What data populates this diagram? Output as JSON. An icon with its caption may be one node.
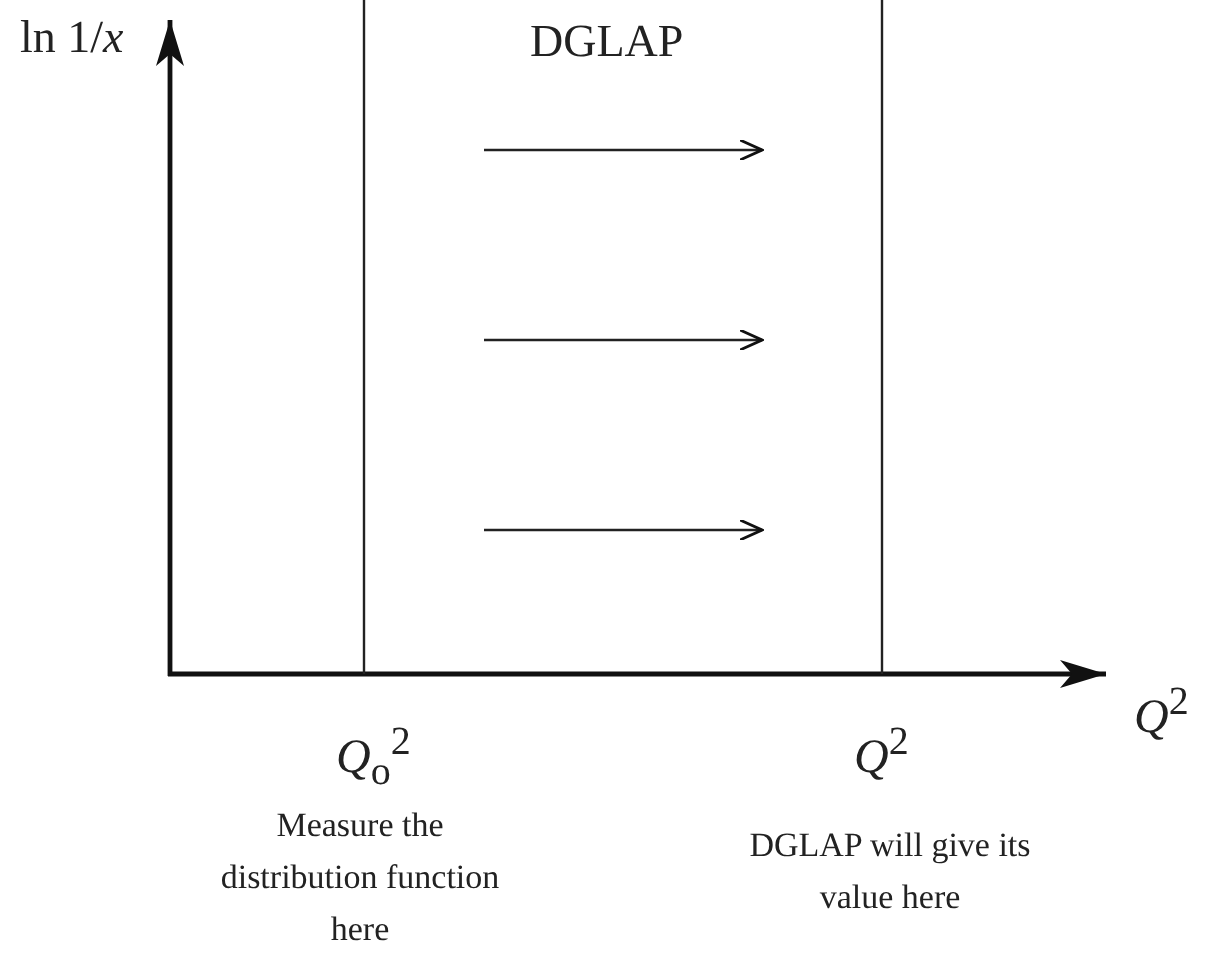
{
  "diagram": {
    "labels": [
      "ln 1/*x*",
      "DGLAP",
      "*Q*$^{2}$",
      "*Q*$_{o}$$^{2}$",
      "*Q*$^{2}$",
      "Measure the distribution function here",
      "DGLAP will give its value here"
    ]
  }
}
